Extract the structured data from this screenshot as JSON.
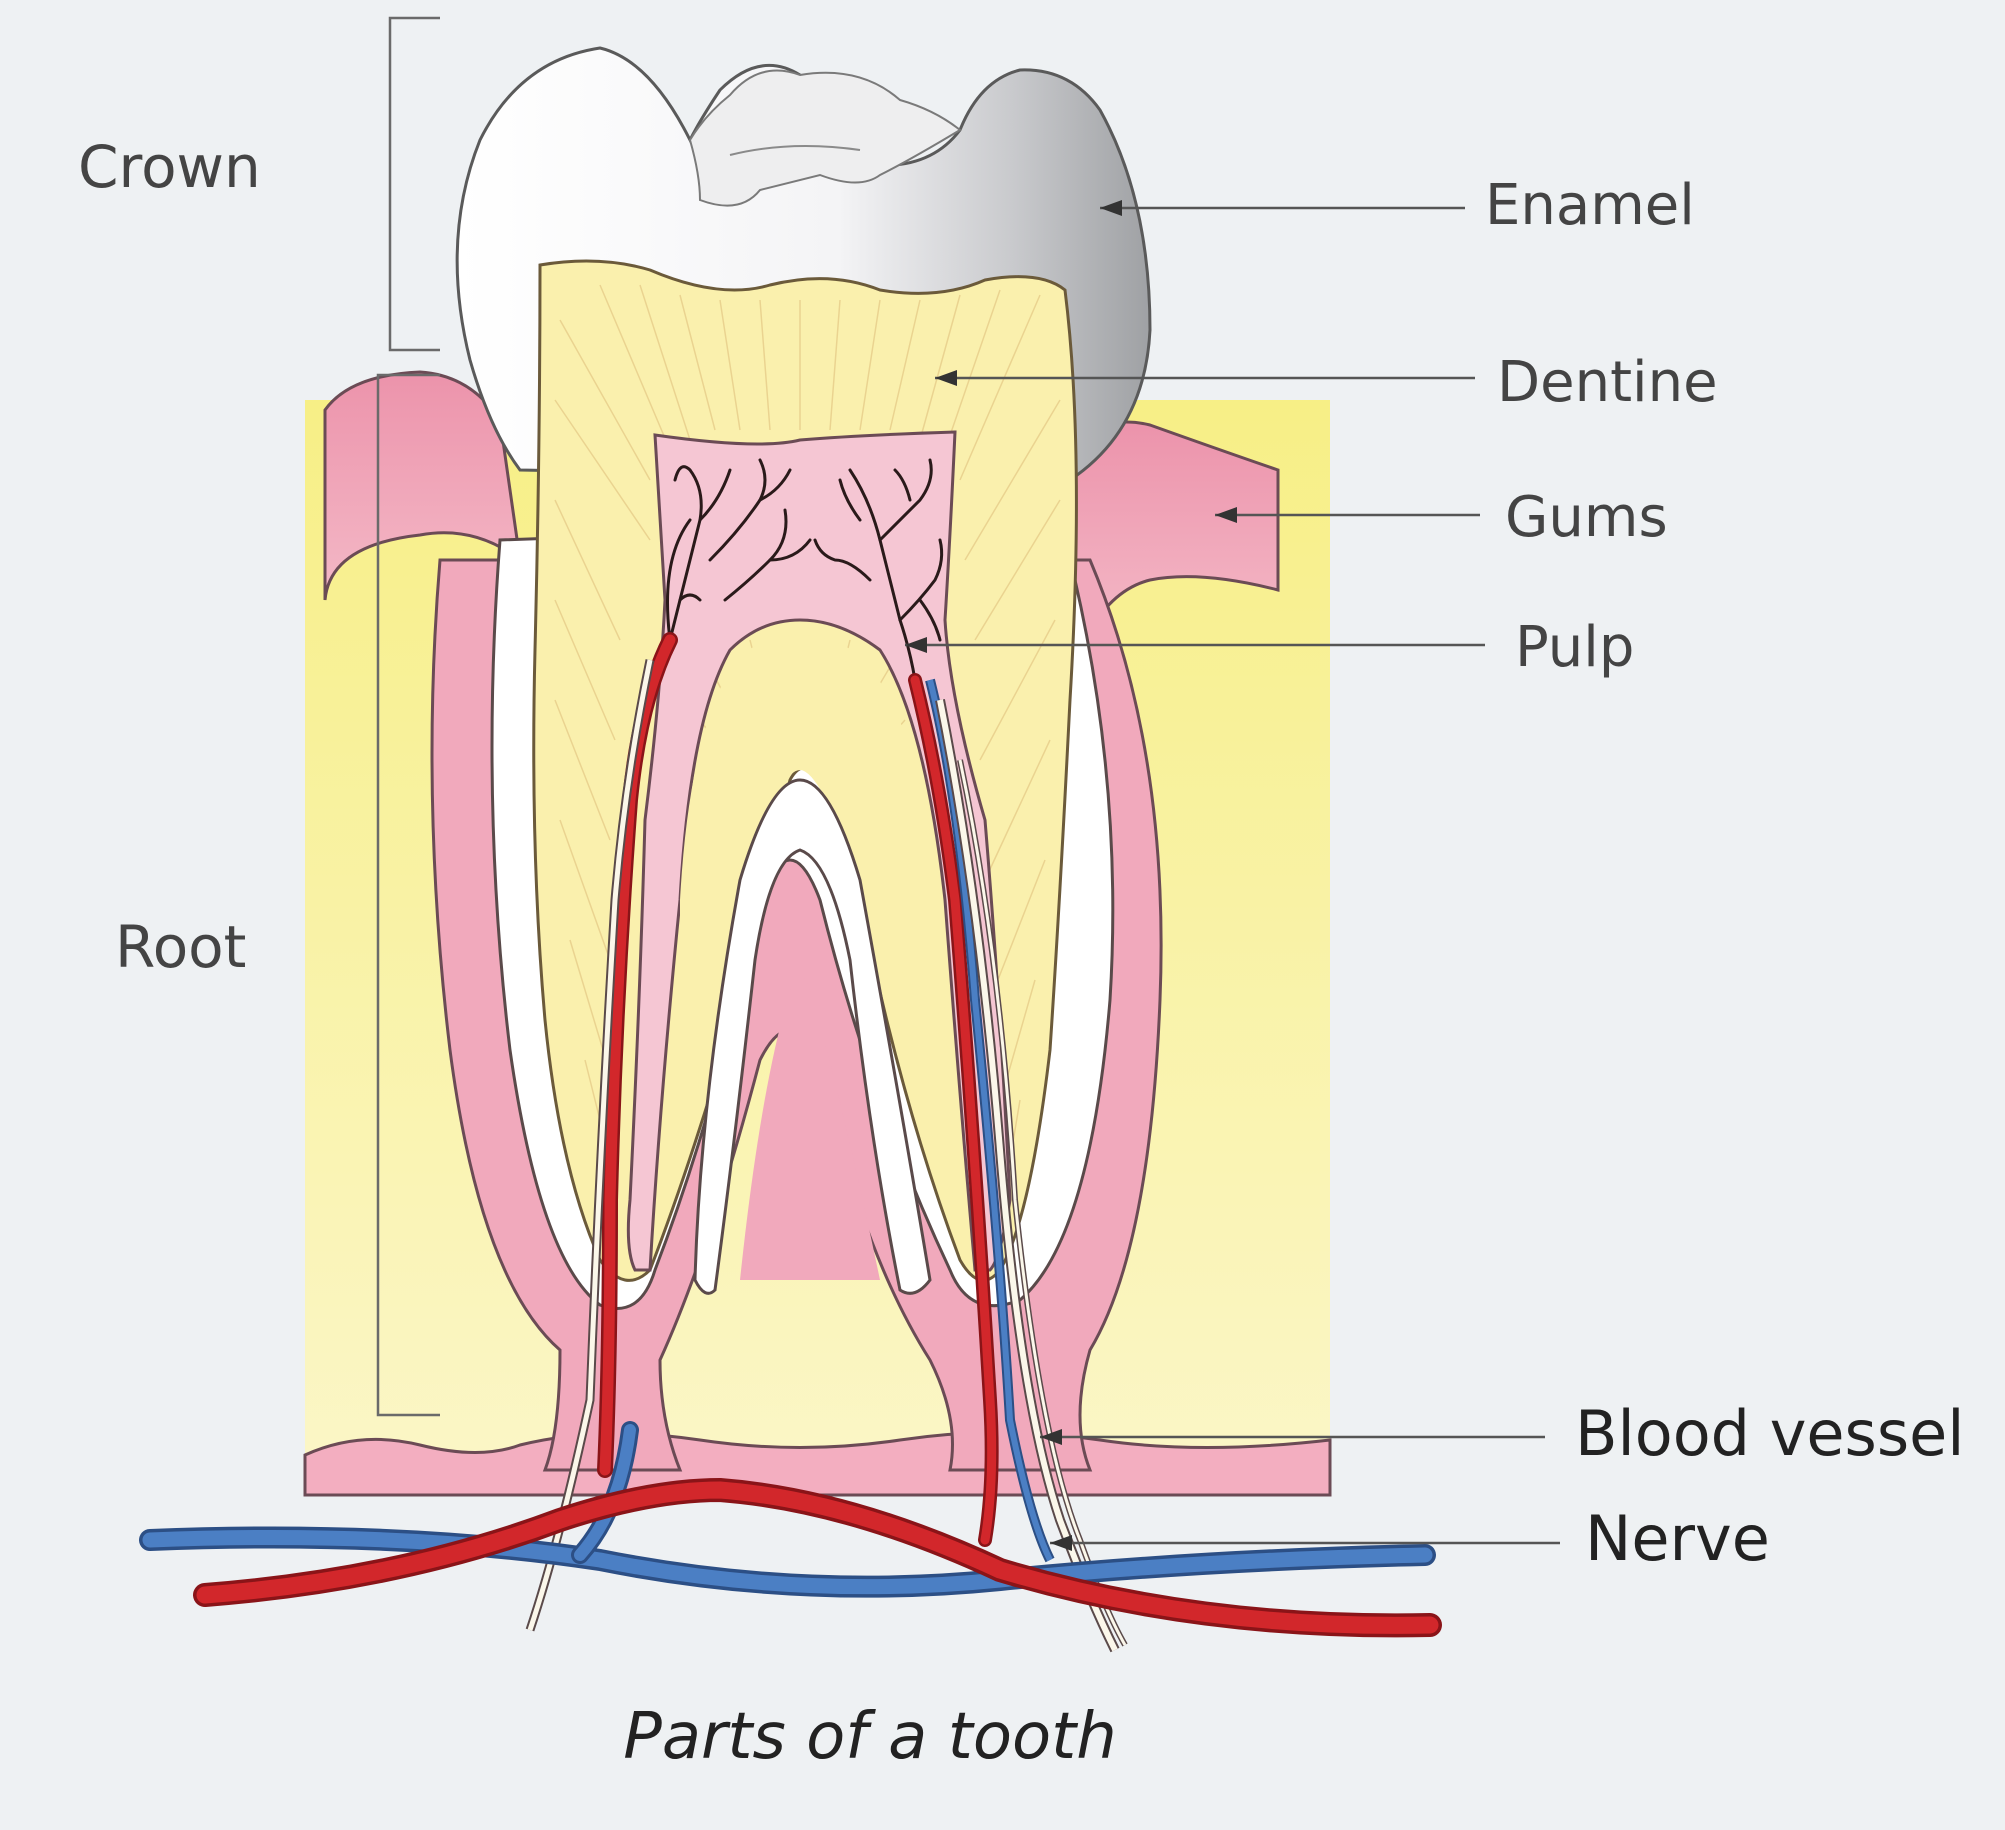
{
  "diagram": {
    "caption": "Parts of a tooth",
    "left_labels": {
      "crown": "Crown",
      "root": "Root"
    },
    "right_labels": {
      "enamel": "Enamel",
      "dentine": "Dentine",
      "gums": "Gums",
      "pulp": "Pulp",
      "blood_vessel": "Blood vessel",
      "nerve": "Nerve"
    },
    "colors": {
      "enamel": "#ffffff",
      "enamel_shade": "#a9abae",
      "dentine": "#faf0ad",
      "pulp": "#f5c6d3",
      "gum": "#ee9fb4",
      "bone": "#f6ee8c",
      "artery": "#d2272b",
      "vein": "#4b7fc4",
      "nerve": "#fbf7ea"
    }
  }
}
